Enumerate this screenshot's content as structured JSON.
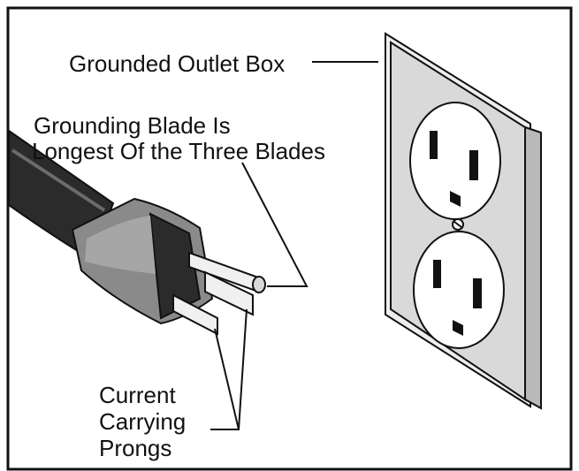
{
  "labels": {
    "outlet_box": "Grounded Outlet Box",
    "grounding_blade_line1": "Grounding Blade Is",
    "grounding_blade_line2": "Longest Of the Three Blades",
    "current_line1": "Current",
    "current_line2": "Carrying",
    "current_line3": "Prongs"
  },
  "colors": {
    "ink": "#111111",
    "plate": "#d9d9d9",
    "plate_edge": "#b9b9b9",
    "receptacle": "#ffffff",
    "cord_dark": "#2b2b2b",
    "plug_mid": "#8a8a8a",
    "blade": "#f0f0f0"
  },
  "icons": {
    "outlet": "duplex-outlet-icon",
    "plug": "three-prong-plug-icon",
    "cord": "power-cord-icon"
  }
}
